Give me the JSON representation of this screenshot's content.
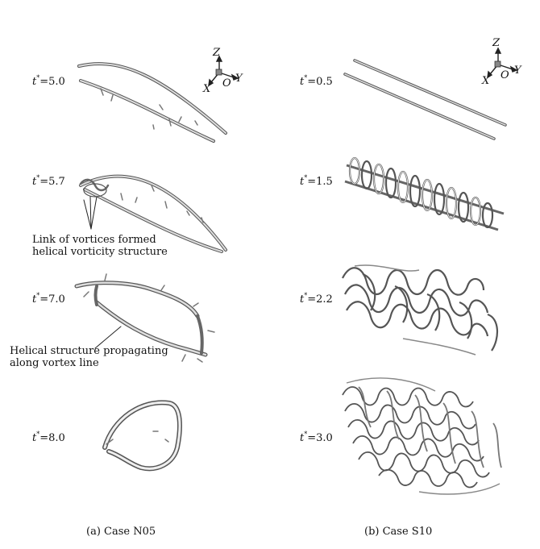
{
  "axes": {
    "z": "Z",
    "y": "Y",
    "x": "X",
    "o": "O"
  },
  "left": {
    "caption": "(a) Case N05",
    "times": [
      {
        "sym": "t",
        "sup": "*",
        "val": "=5.0"
      },
      {
        "sym": "t",
        "sup": "*",
        "val": "=5.7"
      },
      {
        "sym": "t",
        "sup": "*",
        "val": "=7.0"
      },
      {
        "sym": "t",
        "sup": "*",
        "val": "=8.0"
      }
    ],
    "annotation_1": {
      "line1": "Link of vortices formed",
      "line2": "helical vorticity structure"
    },
    "annotation_2": {
      "line1": "Helical structure propagating",
      "line2": "along vortex line"
    }
  },
  "right": {
    "caption": "(b) Case S10",
    "times": [
      {
        "sym": "t",
        "sup": "*",
        "val": "=0.5"
      },
      {
        "sym": "t",
        "sup": "*",
        "val": "=1.5"
      },
      {
        "sym": "t",
        "sup": "*",
        "val": "=2.2"
      },
      {
        "sym": "t",
        "sup": "*",
        "val": "=3.0"
      }
    ]
  }
}
